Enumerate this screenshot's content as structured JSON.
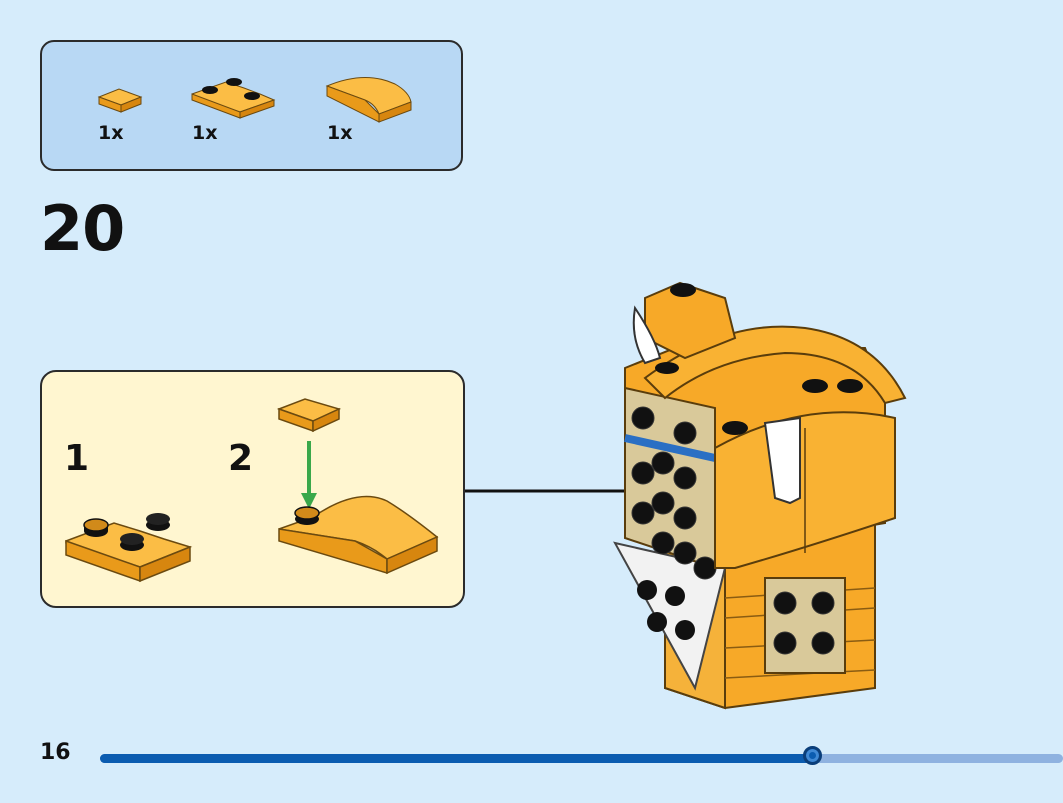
{
  "parts_list": {
    "items": [
      {
        "name": "plate-1x1-orange",
        "qty": "1x"
      },
      {
        "name": "plate-2x2-corner-orange",
        "qty": "1x"
      },
      {
        "name": "curved-slope-orange",
        "qty": "1x"
      }
    ]
  },
  "step": {
    "number": "20"
  },
  "sub_assembly": {
    "steps": [
      {
        "number": "1"
      },
      {
        "number": "2"
      }
    ]
  },
  "footer": {
    "page_number": "16",
    "progress": 0.74
  },
  "colors": {
    "background": "#d6ecfb",
    "parts_box": "#b8d8f4",
    "sub_box": "#fff6d0",
    "brick_orange": "#f7a928",
    "brick_tan": "#d9c99a",
    "arrow_green": "#3aa84a",
    "progress_fill": "#0b5cb0",
    "progress_track": "#8fb2e0"
  }
}
